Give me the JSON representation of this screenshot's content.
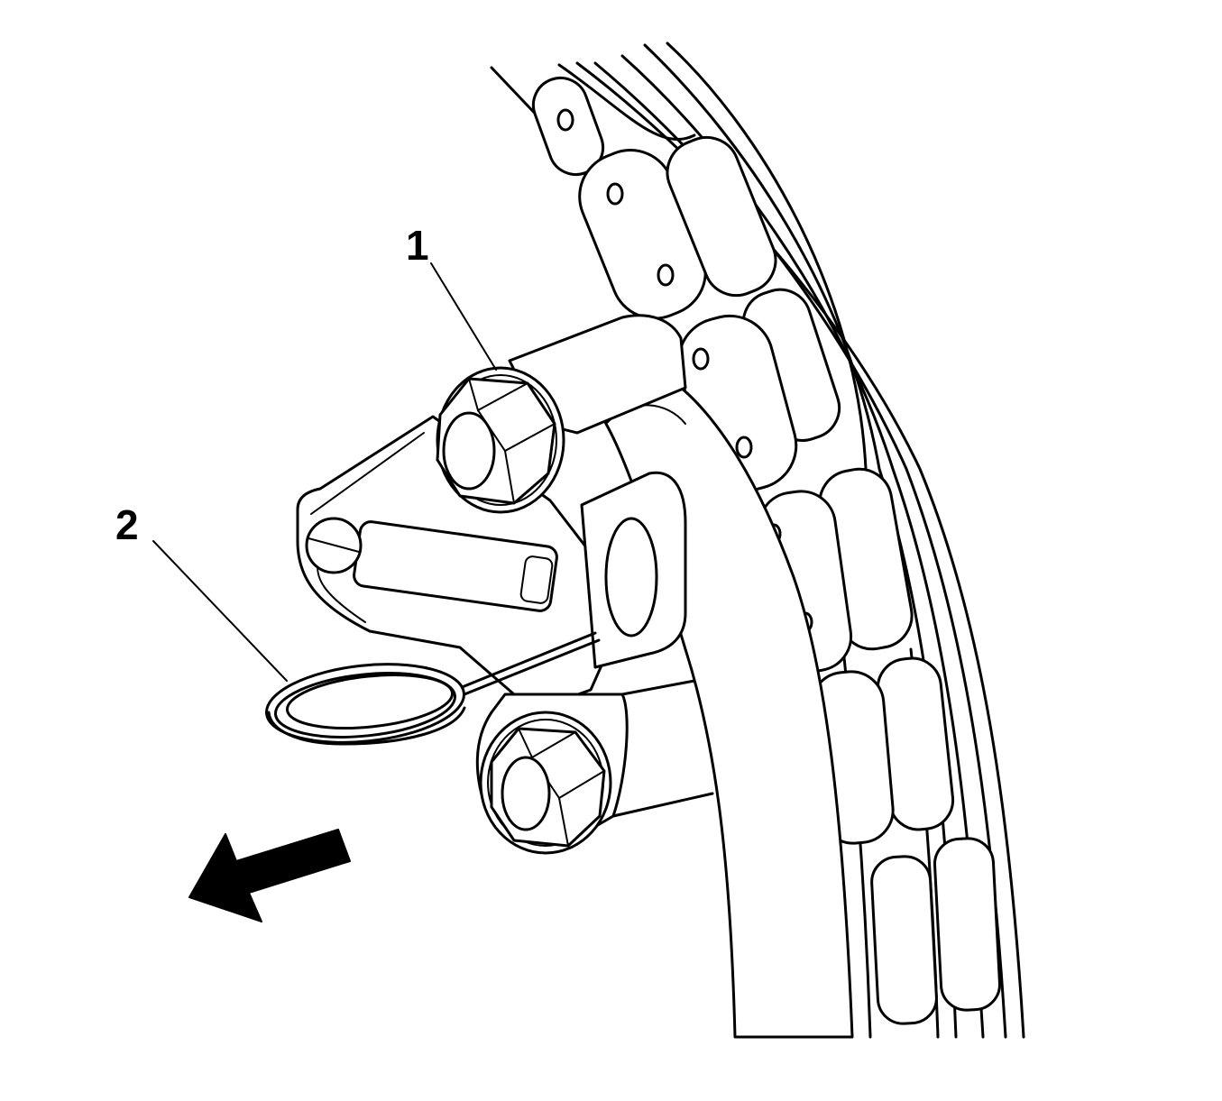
{
  "callouts": [
    {
      "number": "1",
      "part": "bolt"
    },
    {
      "number": "2",
      "part": "retaining-pin"
    }
  ],
  "arrow_direction": "down-left",
  "colors": {
    "line": "#000000",
    "background": "#ffffff"
  }
}
